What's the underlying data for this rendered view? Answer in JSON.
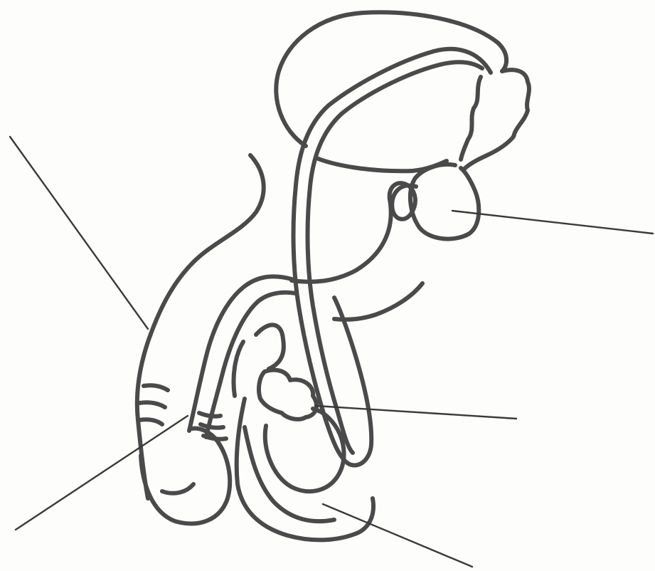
{
  "diagram": {
    "kind": "unlabeled line drawing",
    "ink_color": "#4a4a4a",
    "leader_color": "#3a3a3a",
    "background": "#fdfdfc",
    "label_lines": [
      {
        "id": "leader-upper-left"
      },
      {
        "id": "leader-right-upper"
      },
      {
        "id": "leader-right-middle"
      },
      {
        "id": "leader-lower-left"
      },
      {
        "id": "leader-bottom"
      }
    ]
  }
}
